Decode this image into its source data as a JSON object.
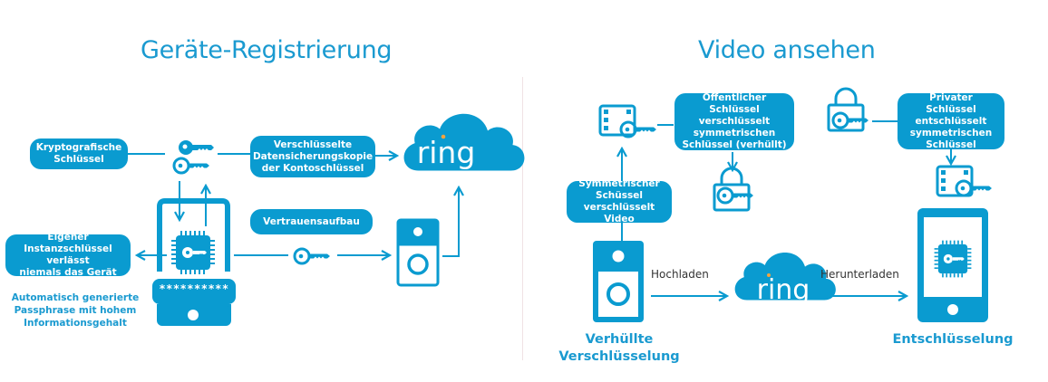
{
  "colors": {
    "primary": "#0a9bd0",
    "title": "#1a9ad0",
    "accent_dot": "#f4a43c",
    "divider": "#f0e2e4"
  },
  "left": {
    "title": "Geräte-Registrierung",
    "pills": {
      "crypto_keys": "Kryptografische\nSchlüssel",
      "backup": "Verschlüsselte\nDatensicherungskopie\nder Kontoschlüssel",
      "trust": "Vertrauensaufbau",
      "instance_key": "Eigener\nInstanzschlüssel verlässt\nniemals das Gerät"
    },
    "passphrase_note": "Automatisch generierte\nPassphrase mit hohem\nInformationsgehalt",
    "passphrase_mask": "**********",
    "cloud_brand": "ring"
  },
  "right": {
    "title": "Video ansehen",
    "pills": {
      "public_key": "Öffentlicher\nSchlüssel verschlüsselt\nsymmetrischen\nSchlüssel (verhüllt)",
      "symmetric": "Symmetrischer\nSchüssel\nverschlüsselt Video",
      "private_key": "Privater Schlüssel\nentschlüsselt\nsymmetrischen\nSchlüssel"
    },
    "upload": "Hochladen",
    "download": "Herunterladen",
    "caption_left": "Verhüllte\nVerschlüsselung",
    "caption_right": "Entschlüsselung",
    "cloud_brand": "ring"
  }
}
